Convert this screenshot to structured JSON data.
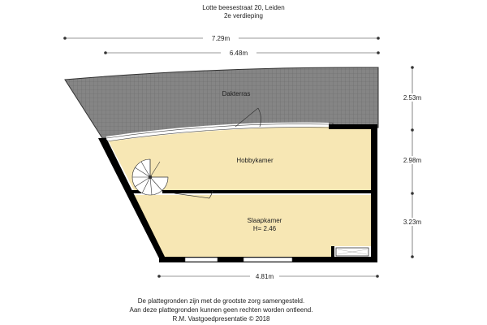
{
  "header": {
    "address": "Lotte beesestraat 20, Leiden",
    "floor": "2e verdieping"
  },
  "dimensions": {
    "top_outer": "7.29m",
    "top_inner": "6.48m",
    "right_top": "2.53m",
    "right_middle": "2.98m",
    "right_bottom": "3.23m",
    "bottom": "4.81m"
  },
  "rooms": {
    "terrace": "Dakterras",
    "hobby": "Hobbykamer",
    "bedroom": "Slaapkamer",
    "bedroom_height": "H= 2.46"
  },
  "footer": {
    "line1": "De plattegronden zijn met de grootste zorg samengesteld.",
    "line2": "Aan deze plattegronden kunnen geen rechten worden ontleend.",
    "line3": "R.M. Vastgoedpresentatie © 2018"
  },
  "colors": {
    "room_fill": "#f7e7b4",
    "wall": "#000000",
    "terrace_fill": "#7a7a7a"
  }
}
